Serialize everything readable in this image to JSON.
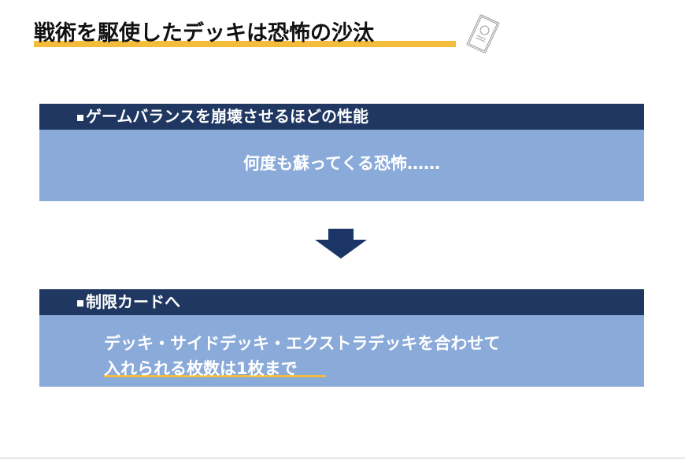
{
  "slide": {
    "title": "戦術を駆使したデッキは恐怖の沙汰",
    "colors": {
      "accent_yellow": "#f3bd3b",
      "header_navy": "#1f3761",
      "body_blue": "#8aaad9",
      "arrow_navy": "#1b3566"
    },
    "decoration_icon": "card-icon",
    "box1": {
      "bullet": "■",
      "header": "ゲームバランスを崩壊させるほどの性能",
      "body": "何度も蘇ってくる恐怖……"
    },
    "arrow_icon": "arrow-down-icon",
    "box2": {
      "bullet": "■",
      "header": "制限カードへ",
      "body_line1": "デッキ・サイドデッキ・エクストラデッキを合わせて",
      "body_line2": "入れられる枚数は1枚まで"
    }
  }
}
